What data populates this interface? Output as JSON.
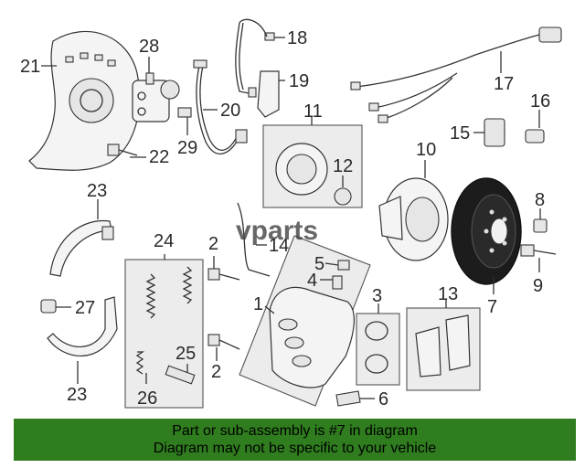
{
  "watermark": "vparts",
  "callouts": [
    {
      "id": "21",
      "label": "21"
    },
    {
      "id": "28",
      "label": "28"
    },
    {
      "id": "18",
      "label": "18"
    },
    {
      "id": "19",
      "label": "19"
    },
    {
      "id": "17",
      "label": "17"
    },
    {
      "id": "20",
      "label": "20"
    },
    {
      "id": "29",
      "label": "29"
    },
    {
      "id": "22",
      "label": "22"
    },
    {
      "id": "11",
      "label": "11"
    },
    {
      "id": "12",
      "label": "12"
    },
    {
      "id": "10",
      "label": "10"
    },
    {
      "id": "15",
      "label": "15"
    },
    {
      "id": "16",
      "label": "16"
    },
    {
      "id": "8",
      "label": "8"
    },
    {
      "id": "9",
      "label": "9"
    },
    {
      "id": "7",
      "label": "7"
    },
    {
      "id": "23a",
      "label": "23"
    },
    {
      "id": "24",
      "label": "24"
    },
    {
      "id": "2a",
      "label": "2"
    },
    {
      "id": "14",
      "label": "14"
    },
    {
      "id": "5",
      "label": "5"
    },
    {
      "id": "4",
      "label": "4"
    },
    {
      "id": "1",
      "label": "1"
    },
    {
      "id": "3",
      "label": "3"
    },
    {
      "id": "13",
      "label": "13"
    },
    {
      "id": "27",
      "label": "27"
    },
    {
      "id": "25",
      "label": "25"
    },
    {
      "id": "26",
      "label": "26"
    },
    {
      "id": "2b",
      "label": "2"
    },
    {
      "id": "23b",
      "label": "23"
    },
    {
      "id": "6",
      "label": "6"
    }
  ],
  "banner": {
    "line1": "Part or sub-assembly is #7 in diagram",
    "line2": "Diagram may not be specific to your vehicle"
  },
  "colors": {
    "banner": "#2f7d1e",
    "lines": "#333333"
  }
}
